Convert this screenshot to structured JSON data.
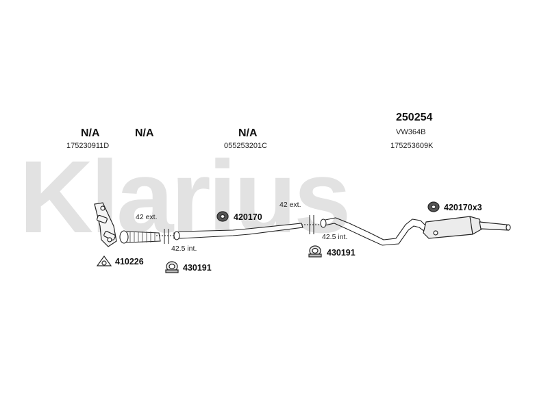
{
  "watermark": "Klarius",
  "top_labels": [
    {
      "code": "N/A",
      "oem": "175230911D"
    },
    {
      "code": "N/A",
      "oem": ""
    },
    {
      "code": "N/A",
      "oem": "055253201C"
    },
    {
      "code": "250254",
      "oem": "VW364B",
      "oem2": "175253609K"
    }
  ],
  "fittings": {
    "gasket_410226": "410226",
    "clamp_430191_a": "430191",
    "hanger_420170_a": "420170",
    "clamp_430191_b": "430191",
    "hanger_420170_b": "420170x3"
  },
  "measurements": {
    "ext_1": "42 ext.",
    "int_1": "42.5 int.",
    "ext_2": "42 ext.",
    "int_2": "42.5 int."
  }
}
